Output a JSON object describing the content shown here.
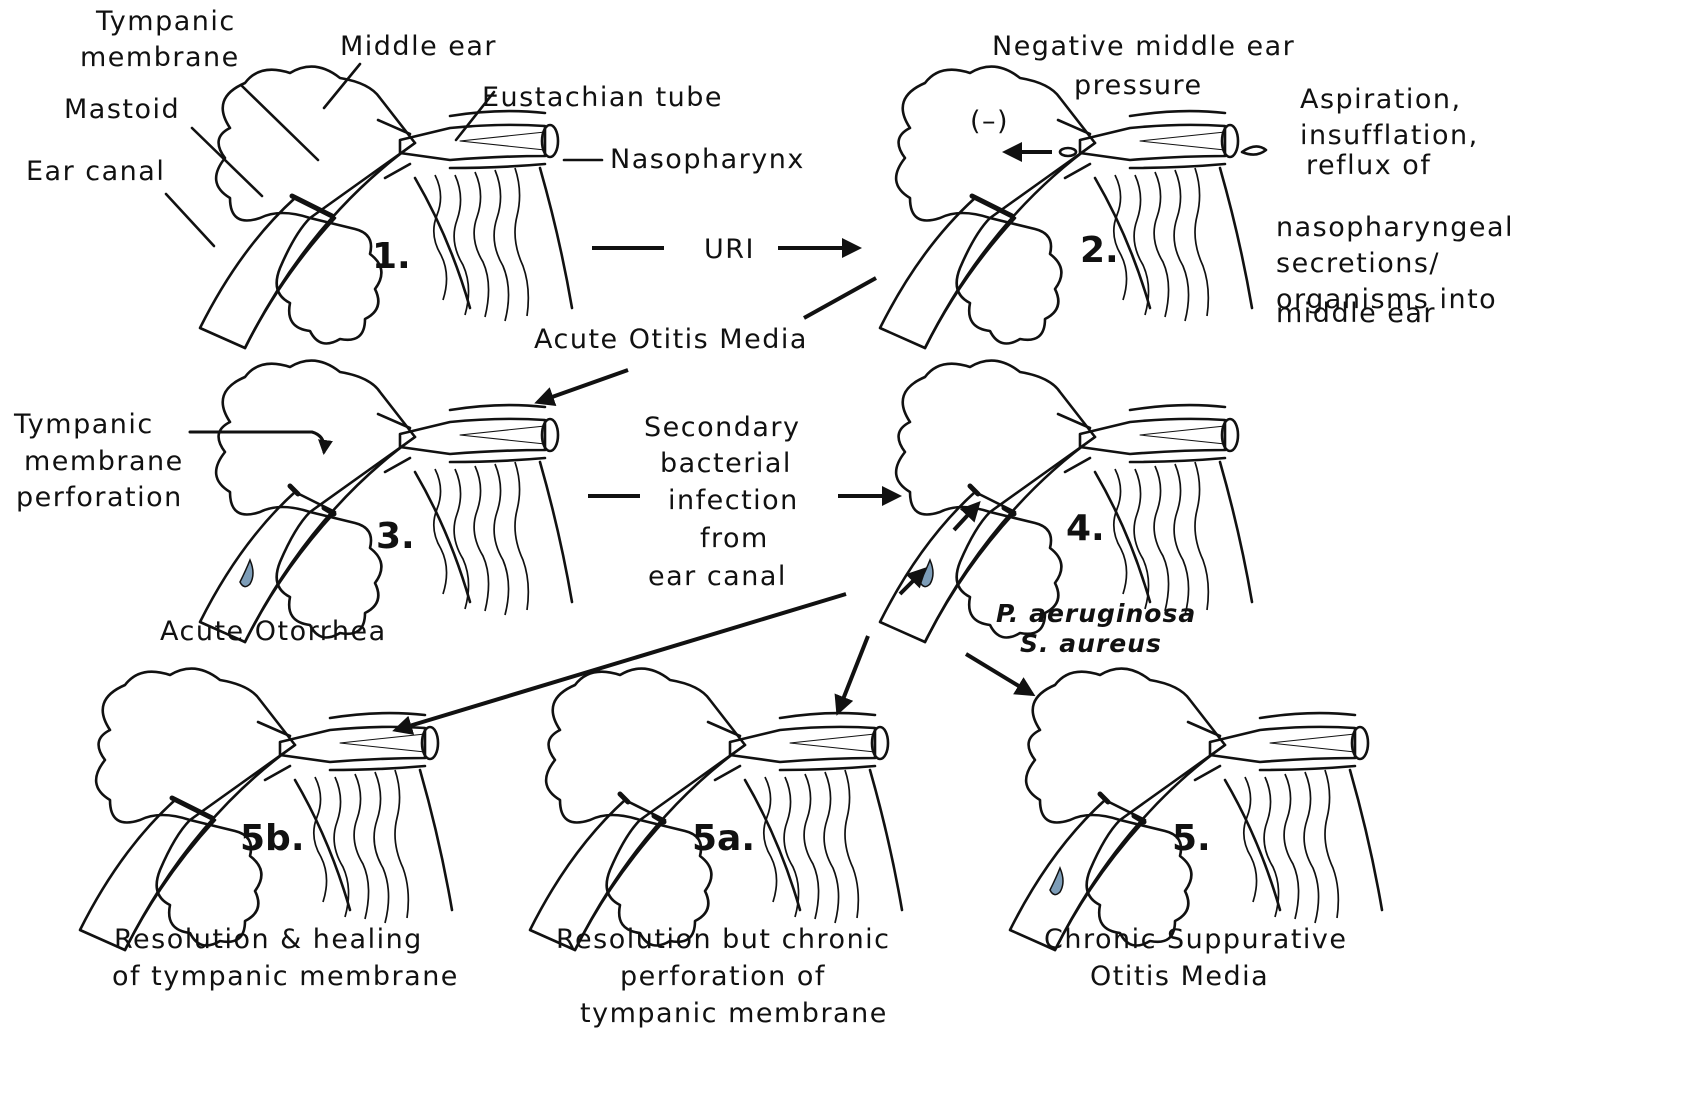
{
  "labels": {
    "tympanic_membrane": [
      "Tympanic",
      "membrane"
    ],
    "middle_ear": "Middle ear",
    "mastoid": "Mastoid",
    "eustachian_tube": "Eustachian tube",
    "ear_canal": "Ear canal",
    "nasopharynx": "Nasopharynx",
    "negative_pressure": [
      "Negative middle ear",
      "pressure"
    ],
    "negative_sign": "(–)",
    "aspiration": [
      "Aspiration,",
      "insufflation,",
      "reflux of",
      "nasopharyngeal",
      "secretions/",
      "organisms into",
      "middle ear"
    ],
    "uri": "URI",
    "acute_otitis_media": "Acute Otitis Media",
    "tm_perforation": [
      "Tympanic",
      "membrane",
      "perforation"
    ],
    "acute_otorrhea": "Acute Otorrhea",
    "secondary_infection": [
      "Secondary",
      "bacterial",
      "infection",
      "from",
      "ear canal"
    ],
    "organisms": [
      "P. aeruginosa",
      "S. aureus"
    ],
    "outcome_5b": [
      "Resolution & healing",
      "of tympanic membrane"
    ],
    "outcome_5a": [
      "Resolution but chronic",
      "perforation of",
      "tympanic membrane"
    ],
    "outcome_5": [
      "Chronic Suppurative",
      "Otitis Media"
    ]
  },
  "panels": [
    {
      "id": "1",
      "label": "1.",
      "filled": false,
      "perforated": false
    },
    {
      "id": "2",
      "label": "2.",
      "filled": false,
      "perforated": false
    },
    {
      "id": "3",
      "label": "3.",
      "filled": true,
      "perforated": true
    },
    {
      "id": "4",
      "label": "4.",
      "filled": true,
      "perforated": true
    },
    {
      "id": "5b",
      "label": "5b.",
      "filled": false,
      "perforated": false
    },
    {
      "id": "5a",
      "label": "5a.",
      "filled": false,
      "perforated": true
    },
    {
      "id": "5",
      "label": "5.",
      "filled": true,
      "perforated": true
    }
  ],
  "colors": {
    "fluid_fill": "#7d9db8",
    "ink": "#111111"
  }
}
